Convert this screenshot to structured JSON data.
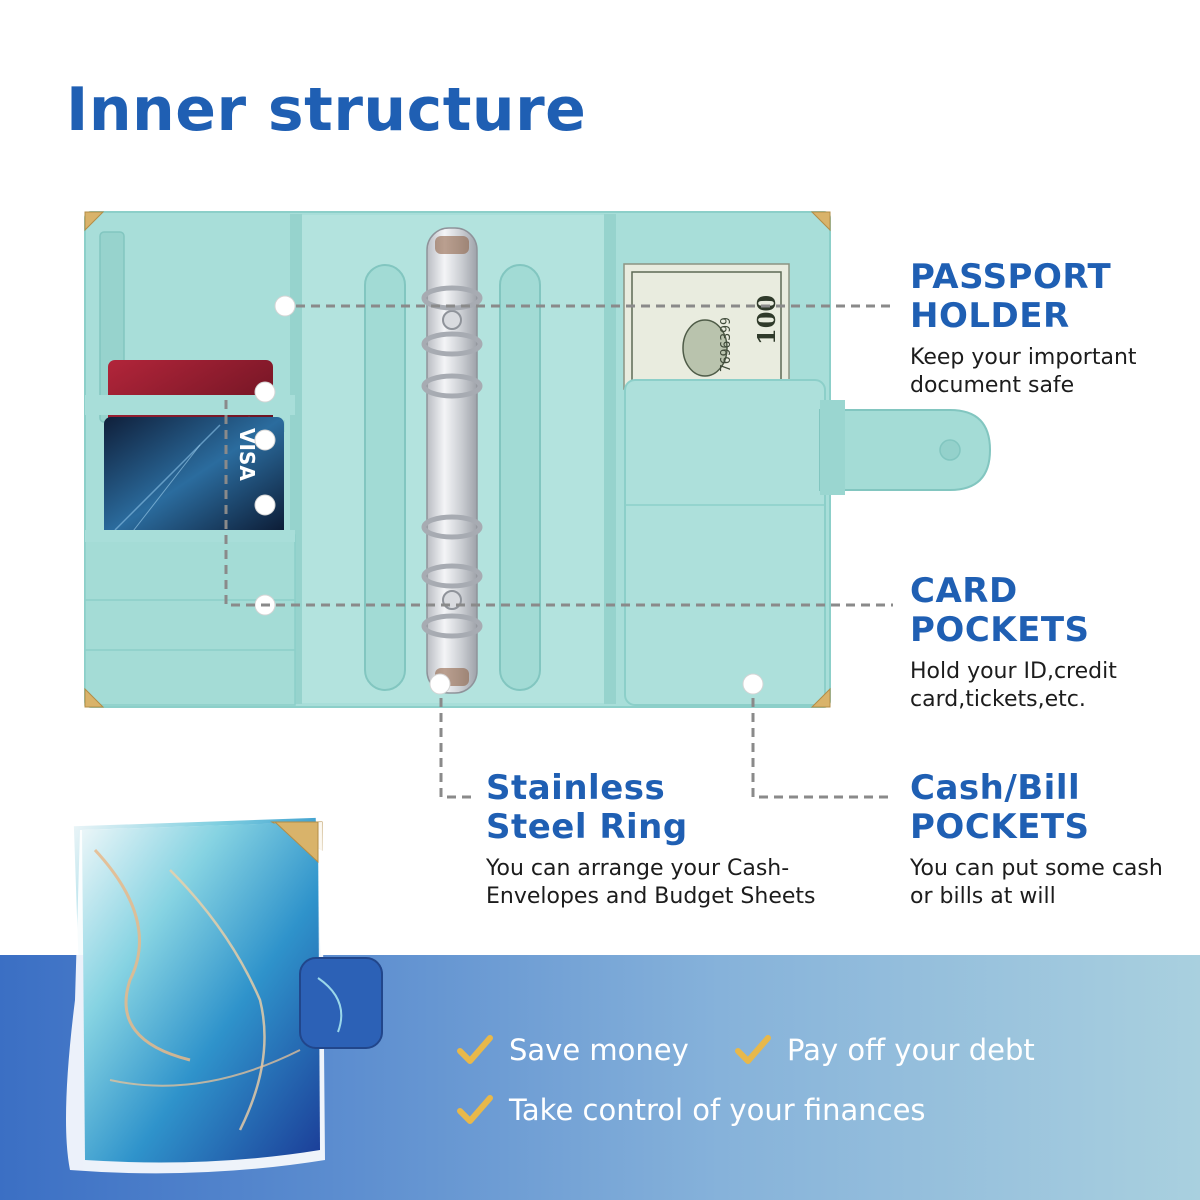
{
  "title": "Inner structure",
  "features": {
    "passport": {
      "heading_l1": "PASSPORT",
      "heading_l2": "HOLDER",
      "desc_l1": "Keep your important",
      "desc_l2": "document safe"
    },
    "cards": {
      "heading_l1": "CARD",
      "heading_l2": "POCKETS",
      "desc_l1": "Hold your ID,credit",
      "desc_l2": "card,tickets,etc."
    },
    "ring": {
      "heading_l1": "Stainless",
      "heading_l2": "Steel Ring",
      "desc_l1": "You can arrange your Cash-",
      "desc_l2": "Envelopes and Budget Sheets"
    },
    "cash": {
      "heading_l1": "Cash/Bill",
      "heading_l2": "POCKETS",
      "desc_l1": "You can put some cash",
      "desc_l2": "or bills at will"
    }
  },
  "benefits": [
    "Save money",
    "Pay off your debt",
    "Take control of your finances"
  ],
  "card_text": {
    "visa": "VISA",
    "bill_serial": "7696399",
    "bill_value": "100"
  },
  "colors": {
    "heading_blue": "#1f5fb3",
    "binder_teal": "#a8ded9",
    "check_gold": "#e8b84a"
  }
}
